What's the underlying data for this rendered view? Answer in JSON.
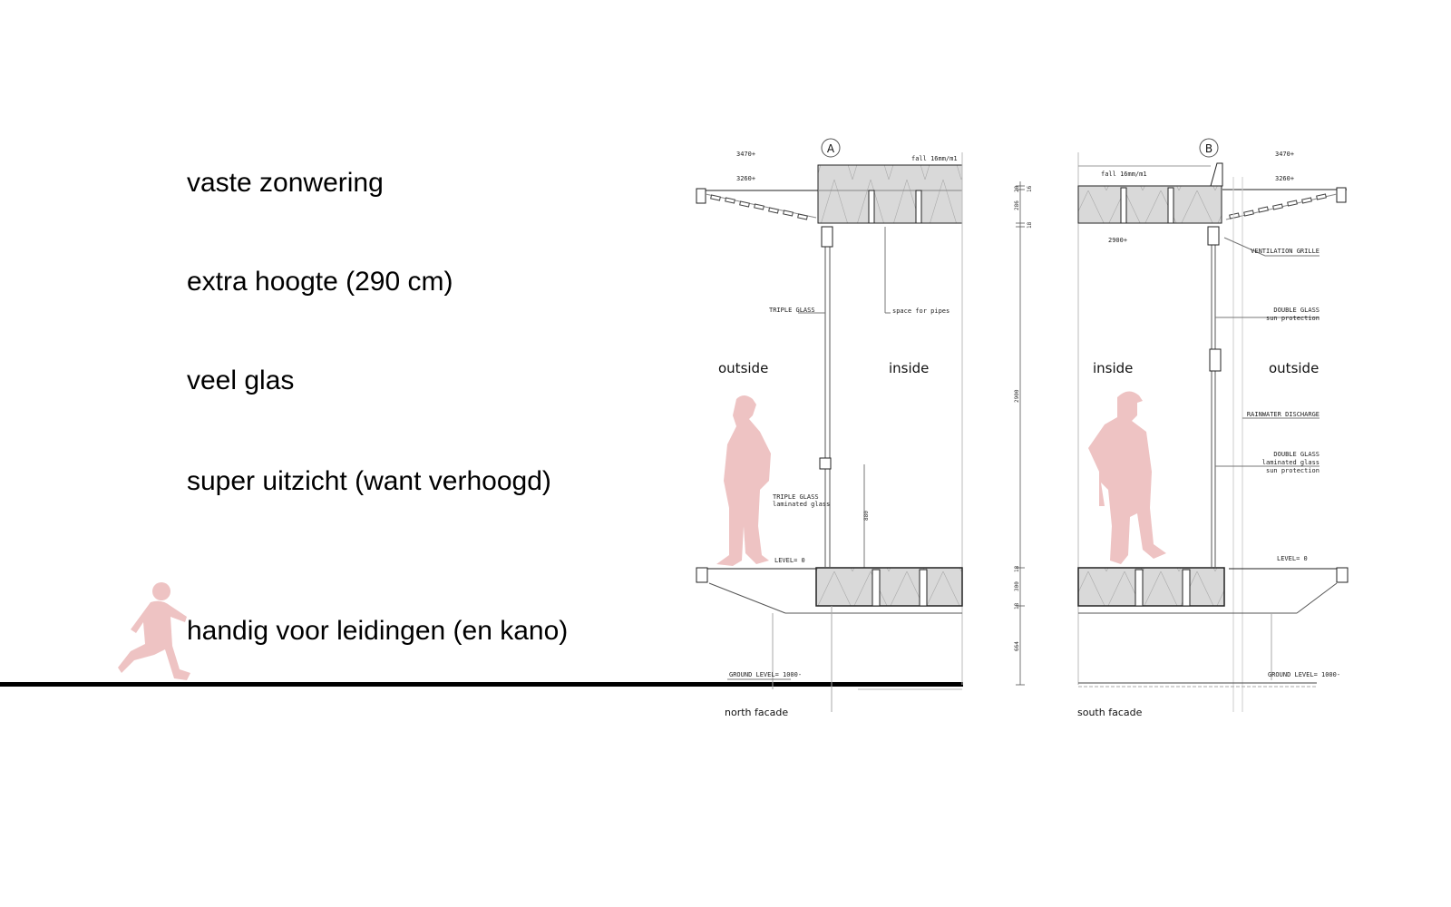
{
  "points": [
    "vaste zonwering",
    "extra hoogte (290 cm)",
    "veel glas",
    "super uitzicht (want verhoogd)",
    "handig voor leidingen (en kano)"
  ],
  "north": {
    "grid_marker": "A",
    "caption": "north facade",
    "outside": "outside",
    "inside": "inside",
    "level_top": "3470+",
    "level_canopy": "3260+",
    "fall": "fall 16mm/m1",
    "triple_glass": "TRIPLE GLASS",
    "space_for_pipes": "space for pipes",
    "triple_glass_laminated_1": "TRIPLE GLASS",
    "triple_glass_laminated_2": "laminated glass",
    "level_zero": "LEVEL= 0",
    "ground_level": "GROUND LEVEL= 1000-",
    "dim_880": "880"
  },
  "south": {
    "grid_marker": "B",
    "caption": "south facade",
    "inside": "inside",
    "outside": "outside",
    "level_top": "3470+",
    "level_canopy": "3260+",
    "fall": "fall 16mm/m1",
    "level_ceiling": "2900+",
    "ventilation": "VENTILATION GRILLE",
    "double_glass_1": "DOUBLE GLASS",
    "double_glass_2": "sun protection",
    "rainwater": "RAINWATER DISCHARGE",
    "double_glass_lam_1": "DOUBLE GLASS",
    "double_glass_lam_2": "laminated glass",
    "double_glass_lam_3": "sun protection",
    "level_zero": "LEVEL= 0",
    "ground_level": "GROUND LEVEL= 1000-"
  },
  "dimensions": [
    "20",
    "16",
    "286",
    "18",
    "2900",
    "18",
    "300",
    "18",
    "664"
  ],
  "colors": {
    "figure": "#eec3c3",
    "slab_fill": "#d9d9d9",
    "ground": "#000000"
  },
  "icons": [
    "running-child-silhouette",
    "woman-worker-silhouette",
    "man-worker-silhouette"
  ]
}
